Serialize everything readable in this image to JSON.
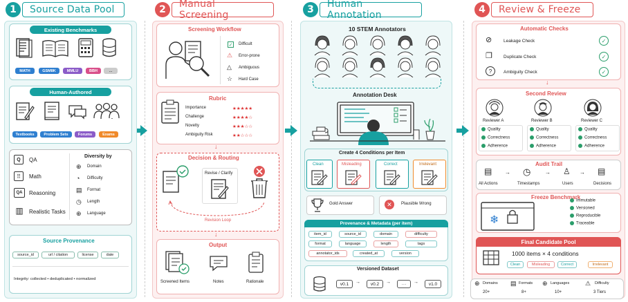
{
  "colors": {
    "teal": "#17a0a0",
    "red": "#e05555",
    "blue": "#2f7fd0",
    "purple": "#8b5cc8",
    "pink": "#d94f8a",
    "orange": "#f08a2a",
    "grey": "#bbbbbb",
    "green": "#2a9d6a"
  },
  "stage1": {
    "num": "1",
    "title": "Source Data Pool",
    "benchmarks": {
      "title": "Existing Benchmarks",
      "pills": [
        "MATH",
        "GSM8K",
        "MMLU",
        "BBH",
        "..."
      ]
    },
    "human": {
      "title": "Human-Authored",
      "pills": [
        "Textbooks",
        "Problem Sets",
        "Forums",
        "Exams"
      ]
    },
    "tasks": [
      {
        "icon": "Q",
        "label": "QA"
      },
      {
        "icon": "⠿",
        "label": "Math"
      },
      {
        "icon": "QA",
        "label": "Reasoning"
      },
      {
        "icon": "▥",
        "label": "Realistic Tasks"
      }
    ],
    "diversity": {
      "title": "Diversity by",
      "items": [
        "Domain",
        "Difficulty",
        "Format",
        "Length",
        "Language"
      ]
    },
    "provenance": {
      "title": "Source Provenance",
      "tags": [
        "source_id",
        "url / citation",
        "license",
        "date"
      ],
      "integrity": "Integrity: collected • deduplicated • normalized"
    }
  },
  "stage2": {
    "num": "2",
    "title": "Manual Screening",
    "workflow": {
      "title": "Screening Workflow",
      "items": [
        "Difficult",
        "Error-prone",
        "Ambiguous",
        "Hard Case"
      ]
    },
    "rubric": {
      "title": "Rubric",
      "items": [
        {
          "label": "Importance",
          "stars": 5
        },
        {
          "label": "Challenge",
          "stars": 4
        },
        {
          "label": "Novelty",
          "stars": 3
        },
        {
          "label": "Ambiguity Risk",
          "stars": 2
        }
      ]
    },
    "decision": {
      "title": "Decision & Routing",
      "revise": "Revise / Clarify",
      "loop": "Revision Loop"
    },
    "output": {
      "title": "Output",
      "items": [
        "Screened Items",
        "Notes",
        "Rationale"
      ]
    }
  },
  "stage3": {
    "num": "3",
    "title": "Human Annotation",
    "annotators": "10 STEM Annotators",
    "desk": "Annotation Desk",
    "conditions": {
      "title": "Create 4 Conditions per Item",
      "items": [
        "Clean",
        "Misleading",
        "Correct",
        "Irrelevant"
      ]
    },
    "gold": "Gold Answer",
    "plausible": "Plausible Wrong",
    "provenance": {
      "title": "Provenance & Metadata (per item)",
      "tags": [
        "item_id",
        "source_id",
        "domain",
        "difficulty",
        "format",
        "language",
        "length",
        "tags",
        "annotator_ids",
        "created_at",
        "version"
      ]
    },
    "versioned": {
      "title": "Versioned Dataset",
      "versions": [
        "v0.1",
        "v0.2",
        "···",
        "v1.0"
      ]
    }
  },
  "stage4": {
    "num": "4",
    "title": "Review & Freeze",
    "auto": {
      "title": "Automatic Checks",
      "items": [
        "Leakage Check",
        "Duplicate Check",
        "Ambiguity Check"
      ]
    },
    "second": {
      "title": "Second Review",
      "reviewers": [
        "Reviewer A",
        "Reviewer B",
        "Reviewer C"
      ],
      "criteria": [
        "Quality",
        "Correctness",
        "Adherence"
      ]
    },
    "audit": {
      "title": "Audit Trail",
      "items": [
        "All Actions",
        "Timestamps",
        "Users",
        "Decisions"
      ]
    },
    "freeze": {
      "title": "Freeze Benchmark",
      "items": [
        "Immutable",
        "Versioned",
        "Reproducible",
        "Traceable"
      ]
    },
    "final": {
      "title": "Final Candidate Pool",
      "count": "1000 items × 4 conditions",
      "tags": [
        "Clean",
        "Misleading",
        "Correct",
        "Irrelevant"
      ]
    },
    "stats": [
      {
        "label": "Domains",
        "value": "20+"
      },
      {
        "label": "Formats",
        "value": "8+"
      },
      {
        "label": "Languages",
        "value": "10+"
      },
      {
        "label": "Difficulty",
        "value": "3 Tiers"
      }
    ]
  }
}
